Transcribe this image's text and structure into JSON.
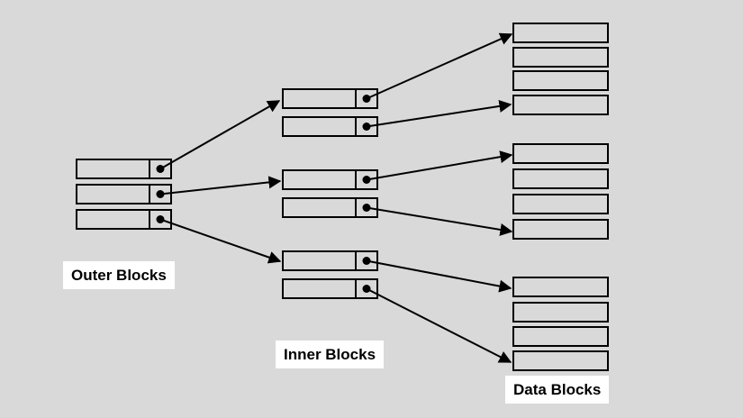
{
  "diagram": {
    "labels": {
      "outer": "Outer Blocks",
      "inner": "Inner Blocks",
      "data": "Data Blocks"
    },
    "colors": {
      "background": "#d9d9d9",
      "stroke": "#000000",
      "block_fill": "#d9d9d9",
      "label_fill": "#ffffff"
    },
    "blocks": {
      "outer": {
        "count": 3,
        "pointer_slots": true
      },
      "inner": {
        "groups": 3,
        "blocks_per_group": 2,
        "pointer_slots": true
      },
      "data": {
        "groups": 3,
        "blocks_per_group": 4,
        "pointer_slots": false
      }
    },
    "connections": [
      {
        "from": "outer-1",
        "to": "inner-group-1"
      },
      {
        "from": "outer-2",
        "to": "inner-group-2"
      },
      {
        "from": "outer-3",
        "to": "inner-group-3"
      },
      {
        "from": "inner-1-1",
        "to": "data-group-1-first"
      },
      {
        "from": "inner-1-2",
        "to": "data-group-1-last"
      },
      {
        "from": "inner-2-1",
        "to": "data-group-2-first"
      },
      {
        "from": "inner-2-2",
        "to": "data-group-2-last"
      },
      {
        "from": "inner-3-1",
        "to": "data-group-3-first"
      },
      {
        "from": "inner-3-2",
        "to": "data-group-3-last"
      }
    ]
  }
}
